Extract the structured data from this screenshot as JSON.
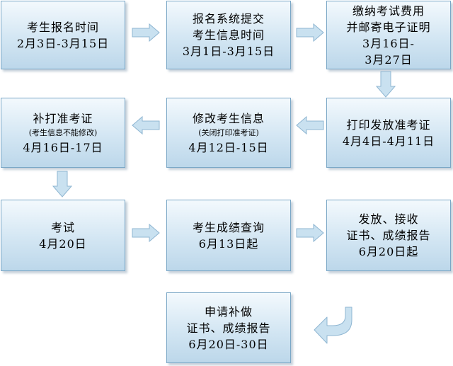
{
  "colors": {
    "box_border": "#7aa7c6",
    "box_top": "#f3f9fd",
    "box_bottom": "#bcd7ea",
    "arrow_fill": "#c9e1f0",
    "arrow_stroke": "#8fb6d2"
  },
  "steps": [
    {
      "lines": [
        {
          "text": "考生报名时间"
        },
        {
          "text": "2月3日-3月15日"
        }
      ]
    },
    {
      "lines": [
        {
          "text": "报名系统提交"
        },
        {
          "text": "考生信息时间"
        },
        {
          "text": "3月1日-3月15日"
        }
      ]
    },
    {
      "lines": [
        {
          "text": "缴纳考试费用"
        },
        {
          "text": "并邮寄电子证明"
        },
        {
          "text": "3月16日-"
        },
        {
          "text": "3月27日"
        }
      ]
    },
    {
      "lines": [
        {
          "text": "打印发放准考证"
        },
        {
          "text": "4月4日-4月11日"
        }
      ]
    },
    {
      "lines": [
        {
          "text": "修改考生信息"
        },
        {
          "text": "(关闭打印准考证)",
          "small": true
        },
        {
          "text": "4月12日-15日"
        }
      ]
    },
    {
      "lines": [
        {
          "text": "补打准考证"
        },
        {
          "text": "(考生信息不能修改)",
          "small": true
        },
        {
          "text": "4月16日-17日"
        }
      ]
    },
    {
      "lines": [
        {
          "text": "考试"
        },
        {
          "text": "4月20日"
        }
      ]
    },
    {
      "lines": [
        {
          "text": "考生成绩查询"
        },
        {
          "text": "6月13日起"
        }
      ]
    },
    {
      "lines": [
        {
          "text": "发放、接收"
        },
        {
          "text": "证书、成绩报告"
        },
        {
          "text": "6月20日起"
        }
      ]
    },
    {
      "lines": [
        {
          "text": "申请补做"
        },
        {
          "text": "证书、成绩报告"
        },
        {
          "text": "6月20日-30日"
        }
      ]
    }
  ]
}
